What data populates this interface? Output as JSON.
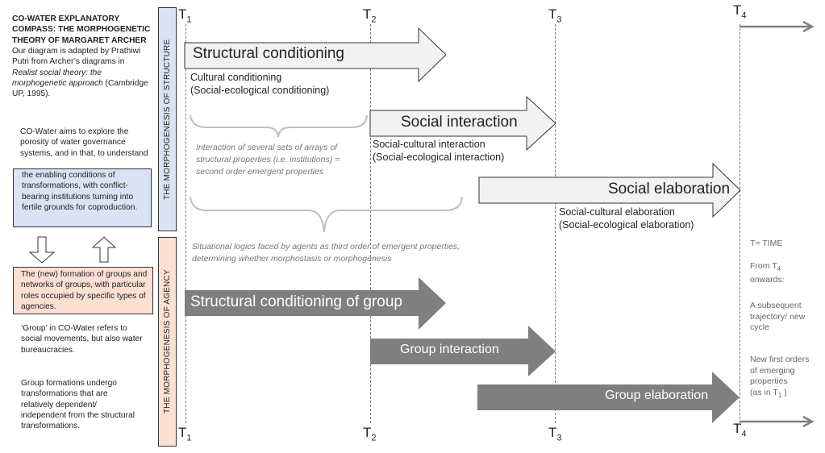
{
  "left_panel": {
    "title_lines": [
      "CO-WATER EXPLANATORY",
      "COMPASS: THE MORPHOGENETIC",
      "THEORY OF MARGARET ARCHER"
    ],
    "intro_plain_1": "Our diagram is adapted by Prathiwi Putri from Archer’s diagrams in ",
    "intro_italic": "Realist social theory: the morphogenetic approach",
    "intro_plain_2": " (Cambridge UP, 1995).",
    "aims_text": "CO-Water aims to explore the porosity of water governance systems, and in that, to understand",
    "blue_box_text": "the enabling conditions of transformations, with conflict-bearing institutions turning into fertile grounds for coproduction.",
    "pink_box_text": "The (new) formation of groups and networks of groups, with particular roles occupied by specific types of agencies.",
    "group_note": "‘Group’ in CO-Water refers to social movements, but also water bureaucracies.",
    "formation_note": "Group formations undergo transformations that are relatively dependent/ independent from the structural transformations."
  },
  "side_labels": {
    "structure": "THE MORPHOGENESIS OF STRUCTURE",
    "agency": "THE MORPHOGENESIS OF AGENCY"
  },
  "time_markers": [
    {
      "base": "T",
      "sub": "1"
    },
    {
      "base": "T",
      "sub": "2"
    },
    {
      "base": "T",
      "sub": "3"
    },
    {
      "base": "T",
      "sub": "4"
    }
  ],
  "structure_arrows": [
    {
      "label": "Structural conditioning",
      "sub1": "Cultural conditioning",
      "sub2": "(Social-ecological conditioning)"
    },
    {
      "label": "Social interaction",
      "sub1": "Social-cultural interaction",
      "sub2": "(Social-ecological interaction)"
    },
    {
      "label": "Social elaboration",
      "sub1": "Social-cultural elaboration",
      "sub2": "(Social-ecological elaboration)"
    }
  ],
  "brace_notes": {
    "second_order": "Interaction of several sets of arrays of structural properties (i.e. institutions) = second order emergent properties",
    "third_order": "Situational logics faced by agents as third order of emergent properties, determining whether morphostasis or morphogenesis"
  },
  "agency_arrows": [
    {
      "label": "Structural conditioning of group"
    },
    {
      "label": "Group interaction"
    },
    {
      "label": "Group elaboration"
    }
  ],
  "right_notes": {
    "time_def": "T= TIME",
    "from_prefix": "From T",
    "from_sub": "4",
    "from_suffix": "onwards:",
    "cycle": "A subsequent trajectory/ new cycle",
    "new_orders": "New first orders of emerging properties",
    "as_in_prefix": "(as in T",
    "as_in_sub": "1",
    "as_in_suffix": " )"
  },
  "colors": {
    "structure_box": "#dae3f3",
    "agency_box": "#fbe0d3",
    "structure_arrow_fill": "#f2f2f2",
    "agency_arrow_fill": "#7f7f7f",
    "timeline_arrow": "#808080",
    "brace": "#bfbfbf"
  }
}
